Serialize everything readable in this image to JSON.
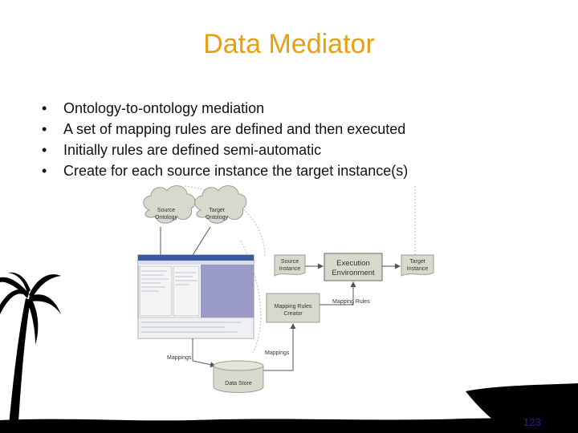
{
  "slide": {
    "title": "Data Mediator",
    "bullets": [
      "Ontology-to-ontology mediation",
      "A set of mapping rules are defined and then executed",
      "Initially rules are defined semi-automatic",
      "Create for each source instance the target instance(s)"
    ],
    "bullet_symbol": "•",
    "page_number": "123",
    "title_color": "#e6a010"
  },
  "diagram": {
    "source_ontology": [
      "Source",
      "Ontology"
    ],
    "target_ontology": [
      "Target",
      "Ontology"
    ],
    "source_instance": [
      "Source",
      "Instance"
    ],
    "execution_environment": [
      "Execution",
      "Environment"
    ],
    "target_instance": [
      "Target",
      "Instance"
    ],
    "mapping_rules_creator": [
      "Mapping Rules",
      "Creator"
    ],
    "mapping_rules_label": "Mapping Rules",
    "mappings_left": "Mappings",
    "mappings_right": "Mappings",
    "data_store": "Data Store"
  }
}
